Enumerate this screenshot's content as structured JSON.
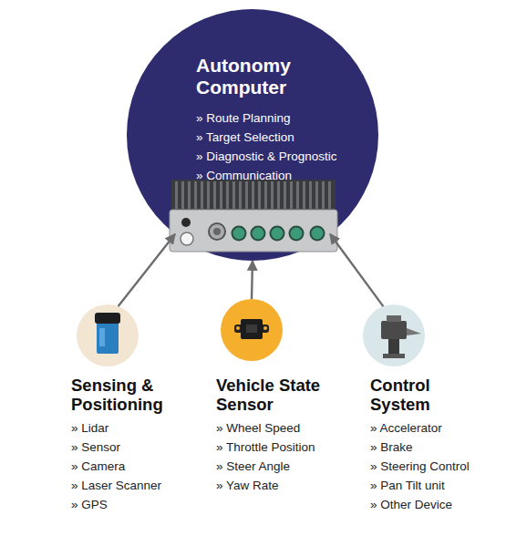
{
  "diagram": {
    "nodes": [
      {
        "text": [
          "Autonomy Computer",
          "» Route Planning",
          "» Target Selection",
          "» Diagnostic & Prognostic",
          "» Communication"
        ]
      },
      {
        "text": [
          "Sensing & Positioning",
          "» Lidar",
          "» Sensor",
          "» Camera",
          "» Laser Scanner",
          "» GPS"
        ]
      },
      {
        "text": [
          "Vehicle State Sensor",
          "» Wheel Speed",
          "» Throttle Position",
          "» Steer Angle",
          "» Yaw Rate"
        ]
      },
      {
        "text": [
          "Control System",
          "» Accelerator",
          "» Brake",
          "» Steering Control",
          "» Pan Tilt unit",
          "» Other Device"
        ]
      }
    ],
    "edges": [
      {
        "from": 1,
        "to": 0,
        "arrow": "to"
      },
      {
        "from": 2,
        "to": 0,
        "arrow": "to"
      },
      {
        "from": 3,
        "to": 0,
        "arrow": "to"
      }
    ]
  }
}
